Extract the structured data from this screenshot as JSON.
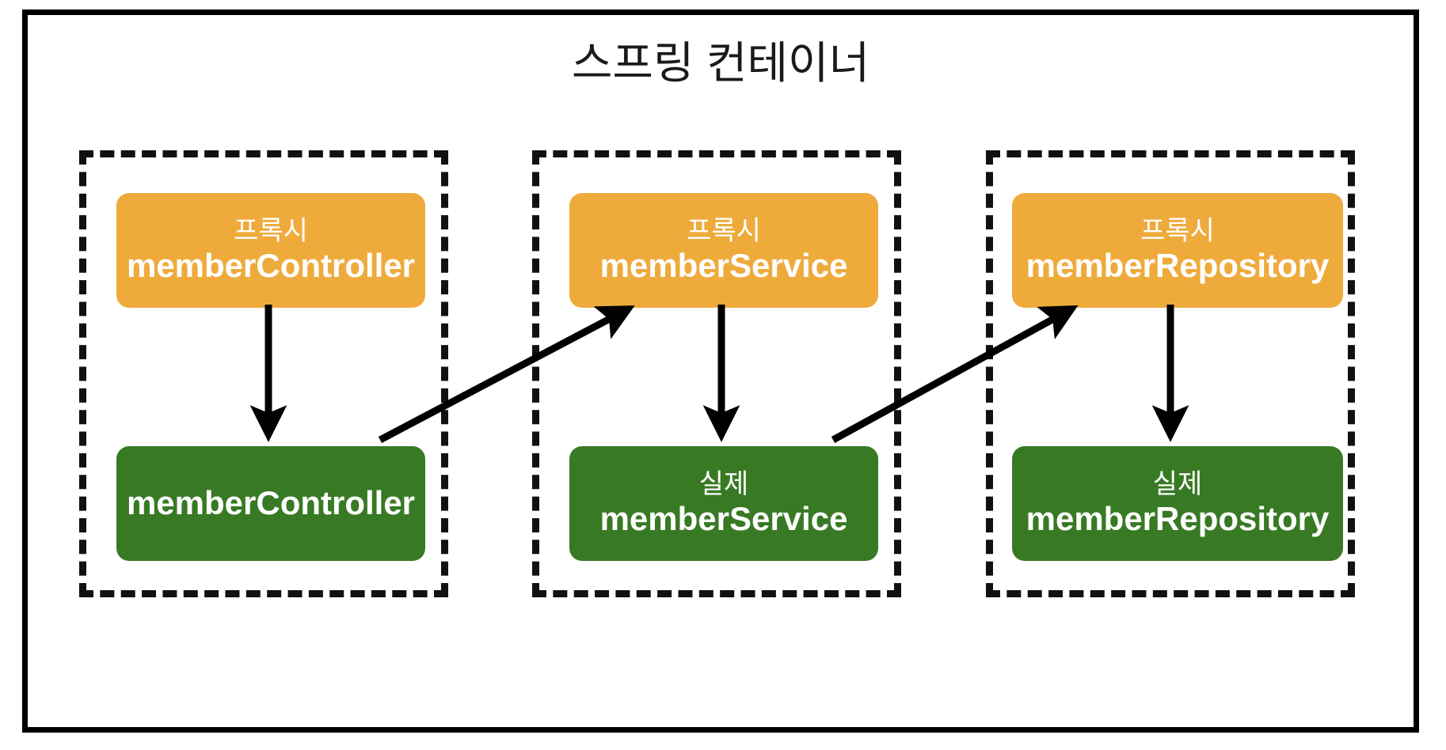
{
  "diagram": {
    "title": "스프링 컨테이너",
    "frame_color": "#000000",
    "background": "#ffffff",
    "proxy_color": "#eeab3c",
    "real_color": "#387a24",
    "group_border_color": "#111111",
    "arrow_color": "#000000",
    "groups": [
      {
        "id": "controller",
        "proxy": {
          "kind": "프록시",
          "name": "memberController"
        },
        "real": {
          "kind": "",
          "name": "memberController"
        }
      },
      {
        "id": "service",
        "proxy": {
          "kind": "프록시",
          "name": "memberService"
        },
        "real": {
          "kind": "실제",
          "name": "memberService"
        }
      },
      {
        "id": "repository",
        "proxy": {
          "kind": "프록시",
          "name": "memberRepository"
        },
        "real": {
          "kind": "실제",
          "name": "memberRepository"
        }
      }
    ],
    "arrows": [
      {
        "id": "controller-proxy-to-real",
        "from": "proxy memberController",
        "to": "memberController",
        "kind": "vertical"
      },
      {
        "id": "controller-real-to-service-proxy",
        "from": "memberController",
        "to": "proxy memberService",
        "kind": "diagonal"
      },
      {
        "id": "service-proxy-to-real",
        "from": "proxy memberService",
        "to": "실제 memberService",
        "kind": "vertical"
      },
      {
        "id": "service-real-to-repository-proxy",
        "from": "실제 memberService",
        "to": "proxy memberRepository",
        "kind": "diagonal"
      },
      {
        "id": "repository-proxy-to-real",
        "from": "proxy memberRepository",
        "to": "실제 memberRepository",
        "kind": "vertical"
      }
    ]
  }
}
